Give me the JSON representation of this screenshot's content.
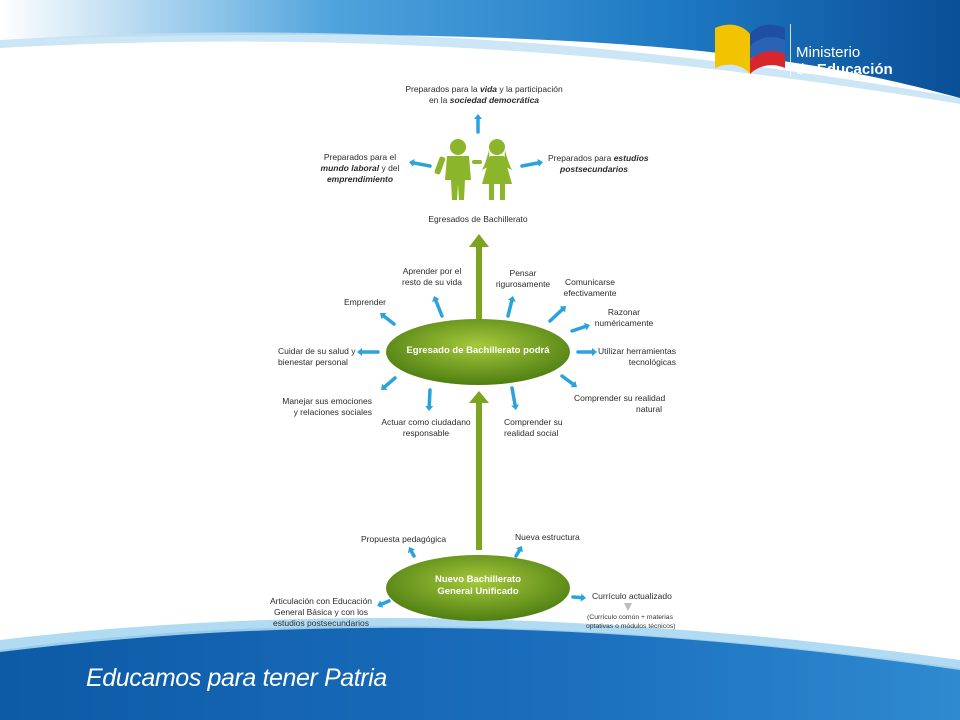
{
  "brand": {
    "line1": "Ministerio",
    "line2_prefix": "de ",
    "line2_bold": "Educación"
  },
  "footer": {
    "slogan": "Educamos para tener Patria"
  },
  "graduates": {
    "caption": "Egresados de Bachillerato",
    "outcomes": {
      "vida": {
        "pre": "Preparados para la ",
        "em1": "vida",
        "mid": " y la participación",
        "pre2": "en la ",
        "em2": "sociedad democrática"
      },
      "laboral": {
        "line1": "Preparados para el",
        "em1": "mundo laboral",
        "mid": " y del",
        "em2": "emprendimiento"
      },
      "estudios": {
        "pre": "Preparados para ",
        "em1": "estudios",
        "em2": "postsecundarios"
      }
    }
  },
  "center_ellipse": {
    "label": "Egresado de Bachillerato podrá"
  },
  "skills": {
    "aprender": [
      "Aprender por el",
      "resto de su vida"
    ],
    "pensar": [
      "Pensar",
      "rigurosamente"
    ],
    "comunicarse": [
      "Comunicarse",
      "efectivamente"
    ],
    "razonar": [
      "Razonar",
      "numéricamente"
    ],
    "herramientas": [
      "Utilizar herramientas",
      "tecnológicas"
    ],
    "realidad_natural": [
      "Comprender su realidad",
      "natural"
    ],
    "realidad_social": [
      "Comprender su",
      "realidad social"
    ],
    "ciudadano": [
      "Actuar como ciudadano",
      "responsable"
    ],
    "emociones": [
      "Manejar sus emociones",
      "y relaciones sociales"
    ],
    "salud": [
      "Cuidar de su salud y",
      "bienestar personal"
    ],
    "emprender": [
      "Emprender"
    ]
  },
  "bottom_ellipse": {
    "line1": "Nuevo Bachillerato",
    "line2": "General Unificado"
  },
  "features": {
    "propuesta": "Propuesta pedagógica",
    "estructura": "Nueva estructura",
    "articulacion": [
      "Articulación con Educación",
      "General Básica y con los",
      "estudios postsecundarios"
    ],
    "curriculo": "Currículo actualizado",
    "curriculo_note": [
      "(Currículo común + materias",
      "optativas o módulos  técnicos)"
    ]
  },
  "colors": {
    "header_blue": "#0d5ea8",
    "header_blue_light": "#2f8fd3",
    "green_dark": "#5d8c16",
    "green_light": "#9cc33b",
    "arrow_blue": "#2aa3dd",
    "flag_yellow": "#f2c300",
    "flag_blue": "#1f4fa3",
    "flag_red": "#d7262c"
  }
}
